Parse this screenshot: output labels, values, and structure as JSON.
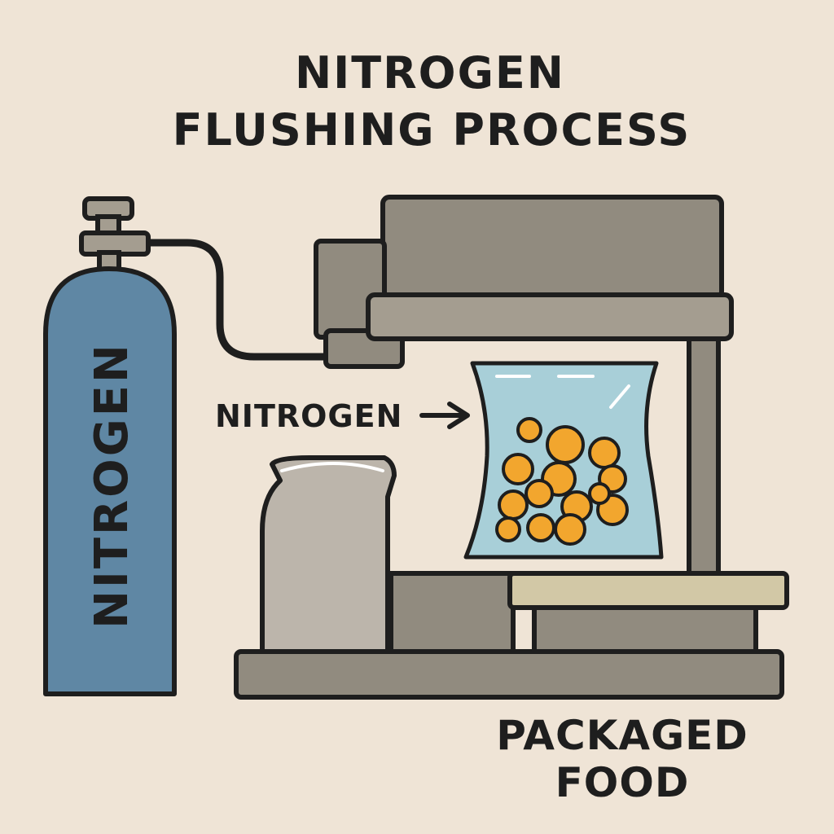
{
  "title": {
    "line1": "NITROGEN",
    "line2": "FLUSHING PROCESS"
  },
  "cylinder": {
    "label": "NITROGEN"
  },
  "flow_arrow": {
    "label": "NITROGEN"
  },
  "output": {
    "line1": "PACKAGED",
    "line2": "FOOD"
  },
  "colors": {
    "background": "#efe4d6",
    "outline": "#1e1e1e",
    "cylinder": "#5f87a4",
    "machine": "#918b7f",
    "machine_light": "#a49d90",
    "tray": "#d2c8a6",
    "bag": "#a8cfd8",
    "food": "#f2a62e",
    "container": "#bcb5ab"
  },
  "icons": {
    "cylinder": "gas-cylinder-icon",
    "bag": "sealed-bag-icon",
    "arrow": "arrow-right-icon"
  }
}
